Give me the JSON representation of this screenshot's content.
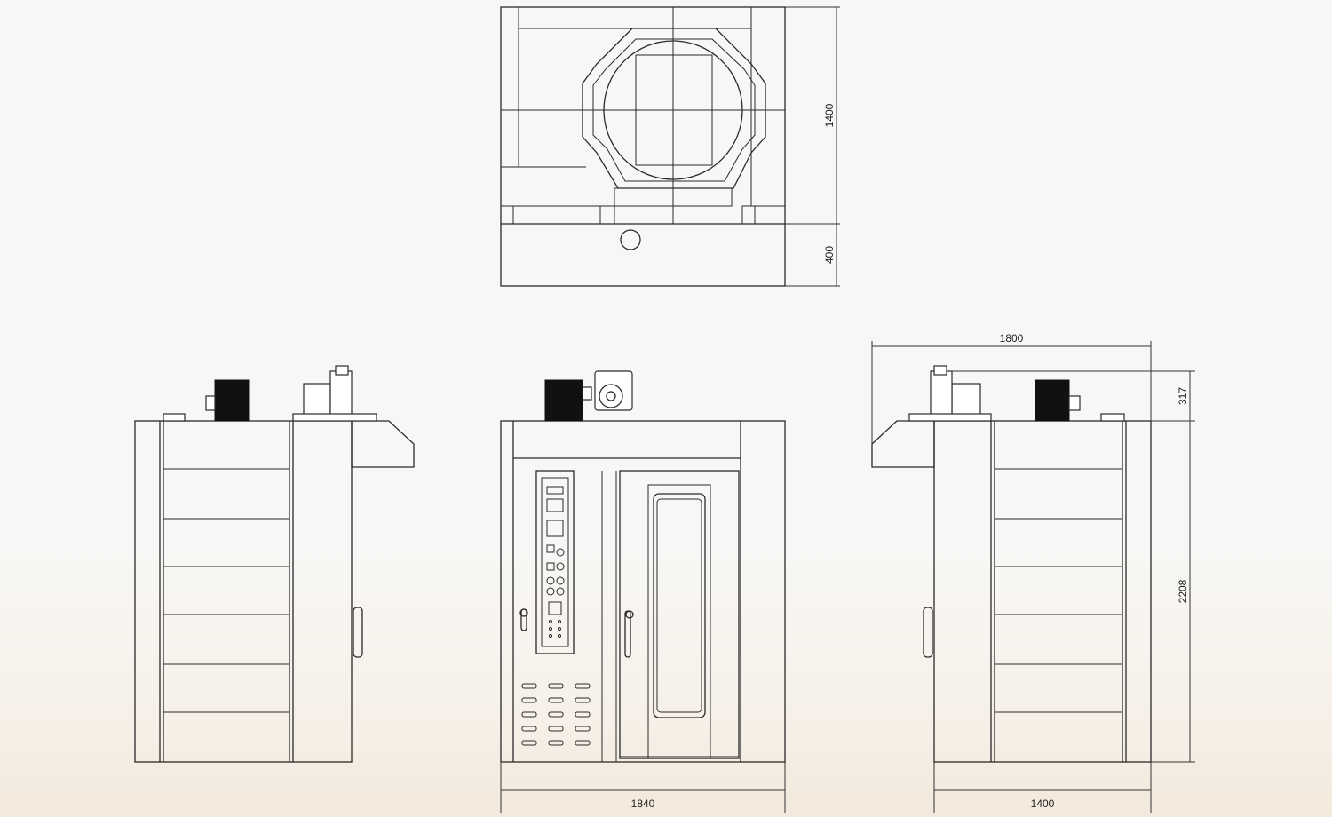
{
  "dimensions": {
    "plan_depth": "1400",
    "plan_base": "400",
    "front_width": "1840",
    "side_width": "1400",
    "side_top_width": "1800",
    "top_equipment_height": "317",
    "body_height": "2208"
  }
}
